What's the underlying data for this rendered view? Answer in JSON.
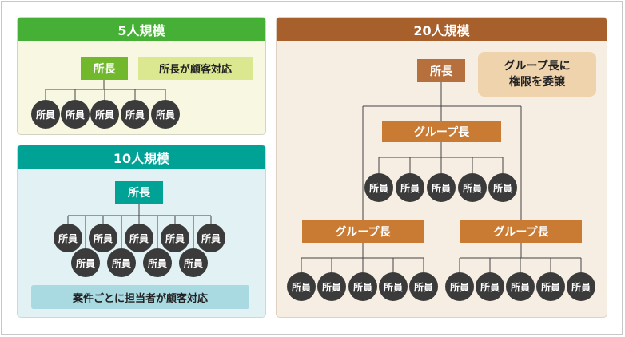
{
  "five": {
    "title": "5人規模",
    "chief": "所長",
    "note": "所長が顧客対応",
    "staff": [
      "所員",
      "所員",
      "所員",
      "所員",
      "所員"
    ]
  },
  "ten": {
    "title": "10人規模",
    "chief": "所長",
    "note": "案件ごとに担当者が顧客対応",
    "staff": [
      "所員",
      "所員",
      "所員",
      "所員",
      "所員",
      "所員",
      "所員",
      "所員",
      "所員"
    ]
  },
  "twenty": {
    "title": "20人規模",
    "chief": "所長",
    "note_line1": "グループ長に",
    "note_line2": "権限を委譲",
    "groups": [
      {
        "head": "グループ長",
        "staff": [
          "所員",
          "所員",
          "所員",
          "所員",
          "所員"
        ]
      },
      {
        "head": "グループ長",
        "staff": [
          "所員",
          "所員",
          "所員",
          "所員",
          "所員"
        ]
      },
      {
        "head": "グループ長",
        "staff": [
          "所員",
          "所員",
          "所員",
          "所員",
          "所員"
        ]
      }
    ]
  },
  "colors": {
    "green": "#45b035",
    "teal": "#00a296",
    "brown": "#a7602c",
    "group_head": "#c97b34",
    "staff": "#3b3b3b"
  }
}
